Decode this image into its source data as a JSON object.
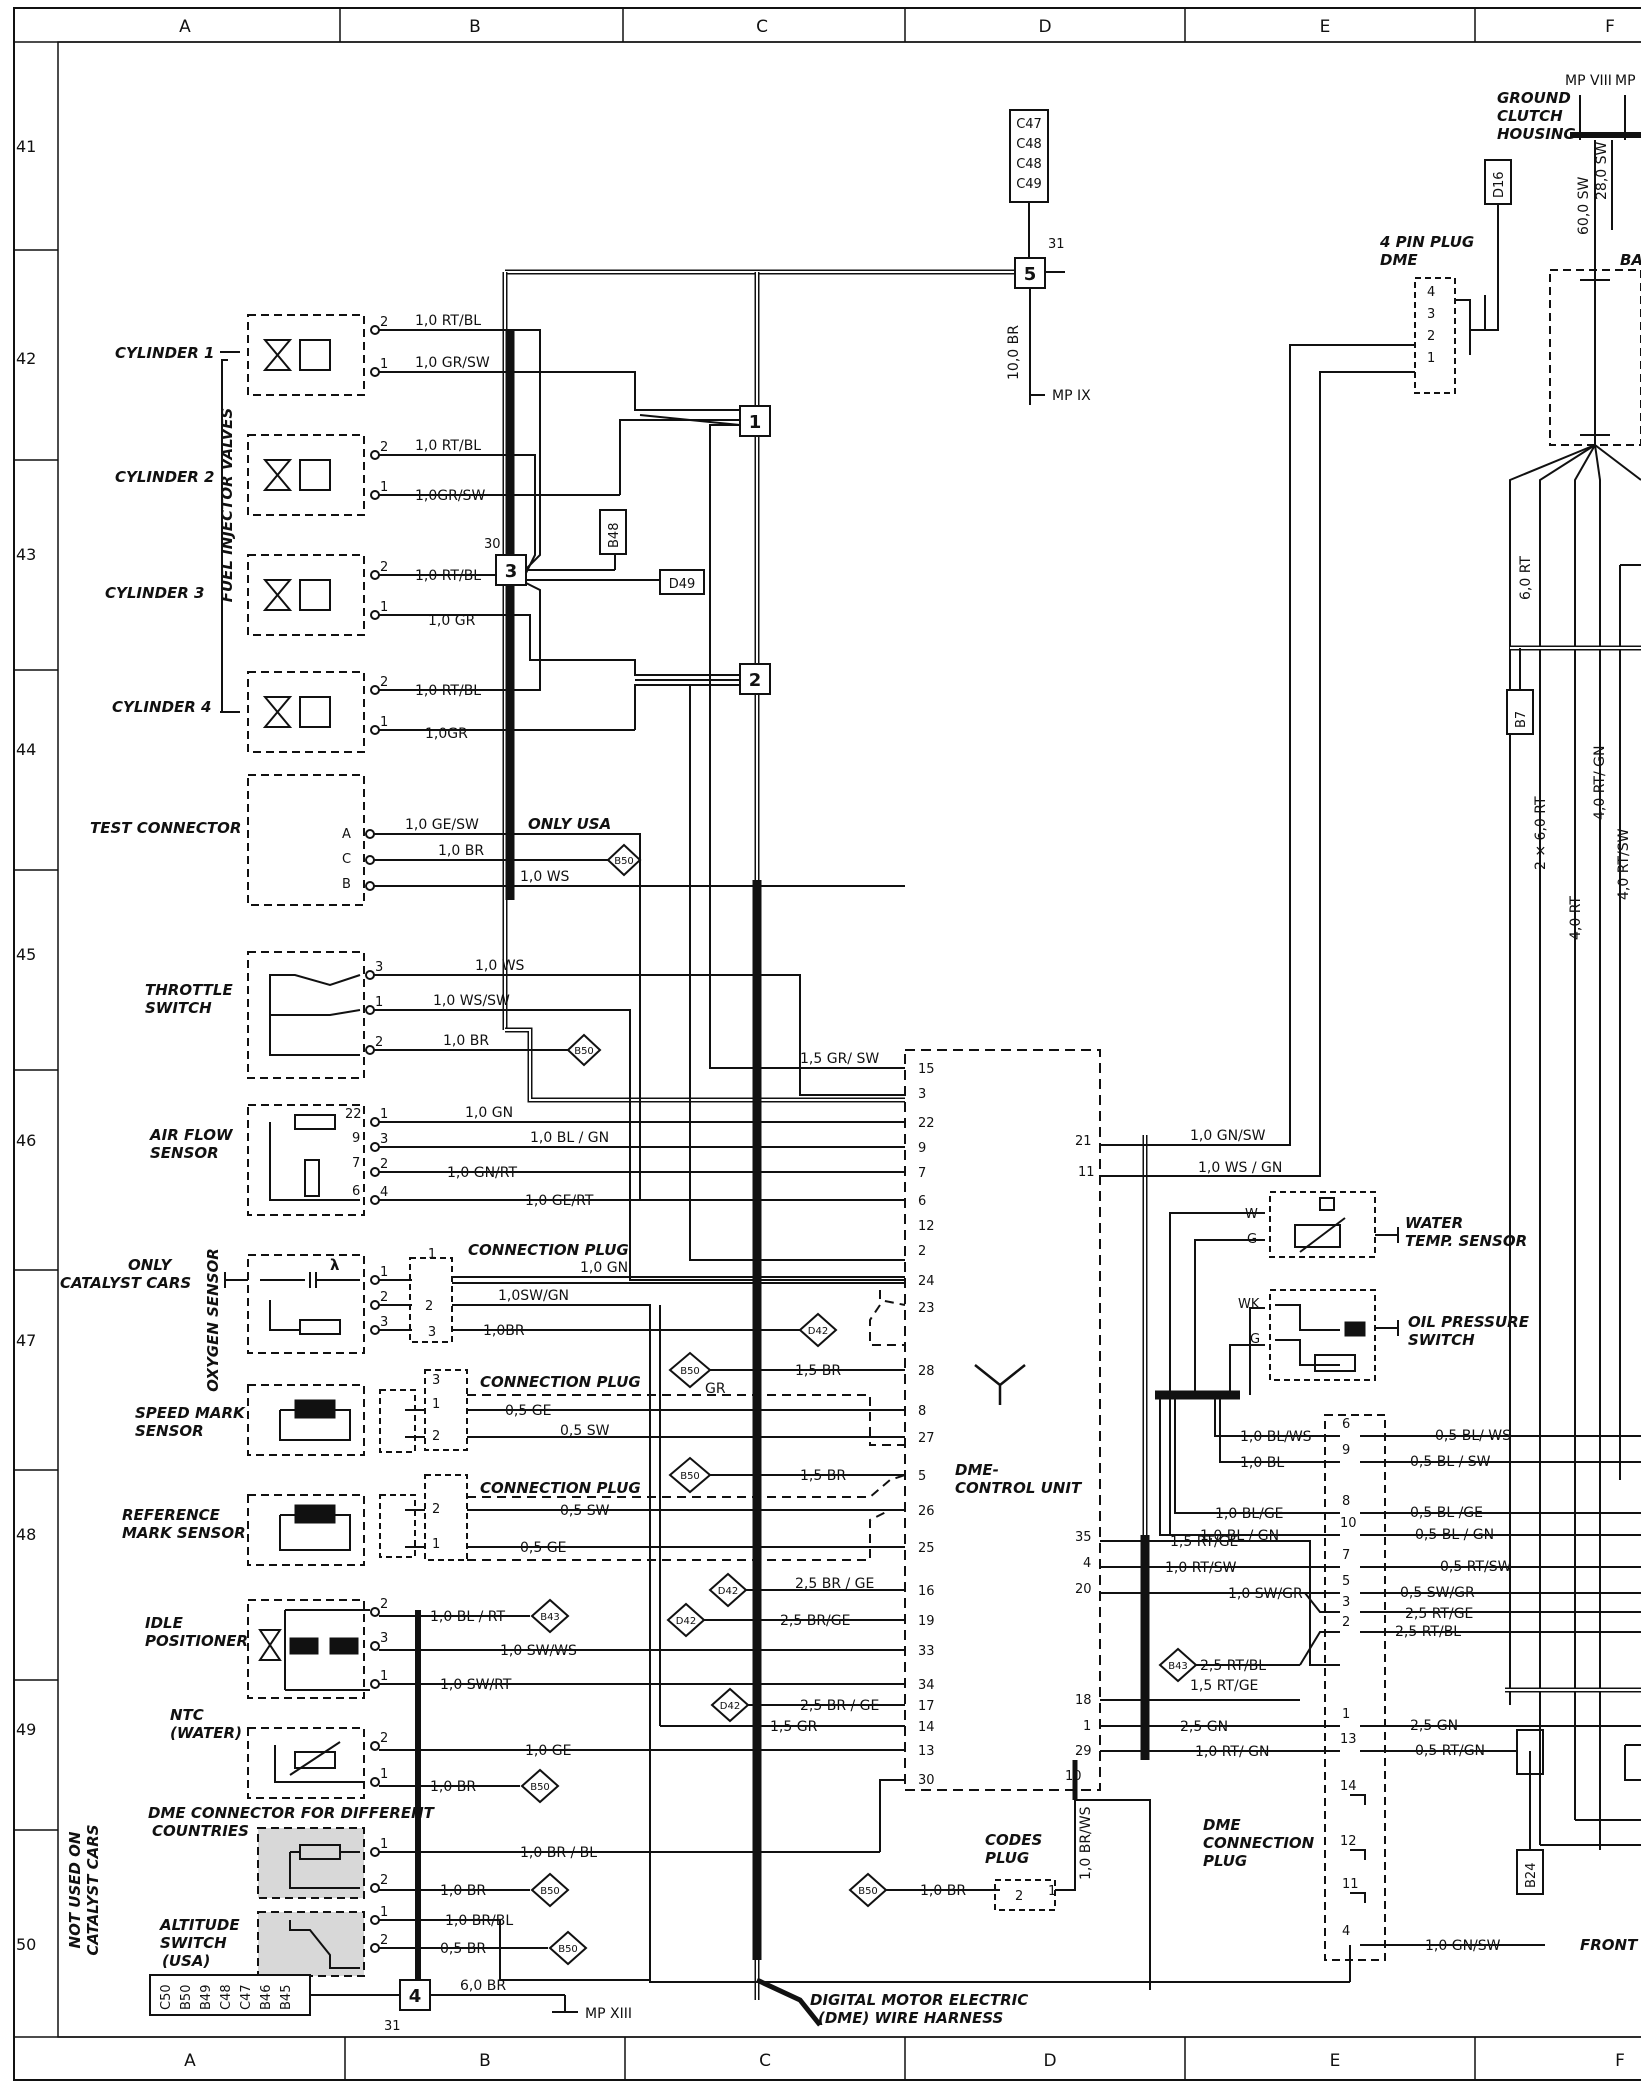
{
  "grid": {
    "columns": [
      "A",
      "B",
      "C",
      "D",
      "E",
      "F"
    ],
    "rows": [
      "41",
      "42",
      "43",
      "44",
      "45",
      "46",
      "47",
      "48",
      "49",
      "50"
    ]
  },
  "components": {
    "cyl1": "CYLINDER 1",
    "cyl2": "CYLINDER 2",
    "cyl3": "CYLINDER 3",
    "cyl4": "CYLINDER 4",
    "fuel_valves": "FUEL INJECTOR VALVES",
    "test_conn": "TEST CONNECTOR",
    "throttle": [
      "THROTTLE",
      "SWITCH"
    ],
    "air_flow": [
      "AIR FLOW",
      "SENSOR"
    ],
    "only_catalyst": [
      "ONLY",
      "CATALYST CARS"
    ],
    "oxygen": "OXYGEN SENSOR",
    "speed_mark": [
      "SPEED MARK",
      "SENSOR"
    ],
    "ref_mark": [
      "REFERENCE",
      "MARK SENSOR"
    ],
    "idle": [
      "IDLE",
      "POSITIONER"
    ],
    "ntc": [
      "NTC",
      "(WATER)"
    ],
    "dme_countries": [
      "DME CONNECTOR FOR DIFFERENT",
      "COUNTRIES"
    ],
    "not_used": [
      "NOT USED ON",
      "CATALYST CARS"
    ],
    "altitude": [
      "ALTITUDE",
      "SWITCH",
      "(USA)"
    ],
    "conn_plug": "CONNECTION PLUG",
    "dme_unit": [
      "DME-",
      "CONTROL UNIT"
    ],
    "codes_plug": [
      "CODES",
      "PLUG"
    ],
    "harness": [
      "DIGITAL MOTOR ELECTRIC",
      "(DME) WIRE HARNESS"
    ],
    "four_pin": [
      "4 PIN PLUG",
      "DME"
    ],
    "water_temp": [
      "WATER",
      "TEMP. SENSOR"
    ],
    "oil_press": [
      "OIL PRESSURE",
      "SWITCH"
    ],
    "dme_conn_plug": [
      "DME",
      "CONNECTION",
      "PLUG"
    ],
    "ground_clutch": [
      "GROUND",
      "CLUTCH",
      "HOUSING"
    ],
    "front": "FRONT",
    "only_usa": "ONLY USA",
    "ba": "BA"
  },
  "refs": {
    "c_stack": [
      "C47",
      "C48",
      "C48",
      "C49"
    ],
    "d16": "D16",
    "b48": "B48",
    "d49": "D49",
    "b50": "B50",
    "d42": "D42",
    "b43": "B43",
    "b7": "B7",
    "b24": "B24",
    "bottom_stack": [
      "C50",
      "B50",
      "B49",
      "C48",
      "C47",
      "B46",
      "B45"
    ],
    "mp9": "MP IX",
    "mp13": "MP XIII",
    "mp8": "MP VIII",
    "mp_cut": "MP"
  },
  "splices": {
    "s1": "1",
    "s2": "2",
    "s3": "3",
    "s4": "4",
    "s5": "5"
  },
  "wires": {
    "rtbl": "1,0 RT/BL",
    "grsw": "1,0 GR/SW",
    "grsw2": "1,0GR/SW",
    "gr": "1,0 GR",
    "gr2": "1,0GR",
    "gesw": "1,0 GE/SW",
    "br": "1,0 BR",
    "ws": "1,0 WS",
    "wssw": "1,0 WS/SW",
    "gn": "1,0 GN",
    "blgn": "1,0 BL / GN",
    "gnrt": "1,0 GN/RT",
    "gert": "1,0 GE/RT",
    "swgn": "1,0SW/GN",
    "br2": "1,0BR",
    "ge05": "0,5 GE",
    "sw05": "0,5 SW",
    "gr_only": "GR",
    "blrt": "1,0 BL / RT",
    "swws": "1,0 SW/WS",
    "swrt": "1,0 SW/RT",
    "ge": "1,0 GE",
    "brbl": "1,0 BR / BL",
    "brbl2": "1,0 BR/BL",
    "br05": "0,5 BR",
    "br6": "6,0 BR",
    "br10": "10,0 BR",
    "grsw15": "1,5 GR/ SW",
    "br15": "1,5 BR",
    "brge": "2,5 BR / GE",
    "brge2": "2,5 BR/GE",
    "gr15": "1,5 GR",
    "gnsw": "1,0 GN/SW",
    "wsgn": "1,0 WS / GN",
    "blws": "1,0 BL/WS",
    "bl": "1,0 BL",
    "blge": "1,0 BL/GE",
    "blgn2": "1,0 BL / GN",
    "rtge15": "1,5 RT/GE",
    "rtsw": "1,0 RT/SW",
    "swgr": "1,0 SW/GR",
    "rtbl25": "2,5 RT/BL",
    "rtge15b": "1,5 RT/GE",
    "gn25": "2,5 GN",
    "rtgn": "1,0 RT/ GN",
    "gnsw2": "1,0 GN/SW",
    "brws": "1,0 BR/WS",
    "r_blws": "0,5 BL/ WS",
    "r_blsw": "0,5 BL / SW",
    "r_blge": "0,5 BL /GE",
    "r_blgn": "0,5 BL / GN",
    "r_rtsw": "0,5 RT/SW",
    "r_swgr": "0,5 SW/GR",
    "r_rtge": "2,5 RT/GE",
    "r_rtbl": "2,5 RT/BL",
    "r_gn": "2,5 GN",
    "r_rtgn": "0,5 RT/GN",
    "v60rt": "6,0 RT",
    "v26rt": "2 × 6,0 RT",
    "v40rt": "4,0 RT",
    "v40rtgn": "4,0 RT/ GN",
    "v40rtsw": "4,0 RT/SW",
    "v60sw": "60,0 SW",
    "v28sw": "28,0 SW"
  }
}
